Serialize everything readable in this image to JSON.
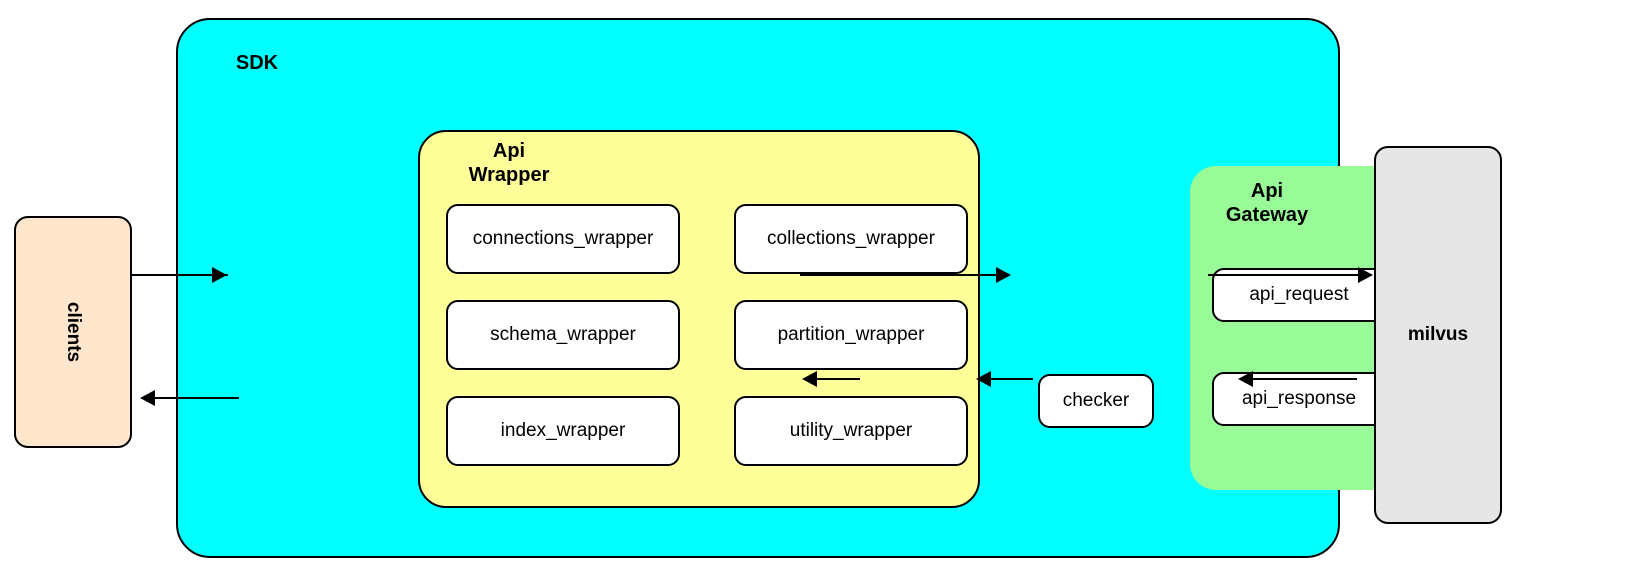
{
  "diagram": {
    "title": "SDK architecture diagram",
    "colors": {
      "sdk": "#00ffff",
      "api_wrapper": "#ffff99",
      "api_gateway": "#98fb98",
      "clients": "#ffe6cc",
      "milvus": "#e6e6e6",
      "item_fill": "#ffffff",
      "stroke": "#000000"
    }
  },
  "clients": {
    "label": "clients"
  },
  "sdk": {
    "label": "SDK"
  },
  "api_wrapper": {
    "label": "Api\nWrapper",
    "items": [
      {
        "label": "connections_wrapper"
      },
      {
        "label": "collections_wrapper"
      },
      {
        "label": "schema_wrapper"
      },
      {
        "label": "partition_wrapper"
      },
      {
        "label": "index_wrapper"
      },
      {
        "label": "utility_wrapper"
      }
    ]
  },
  "checker": {
    "label": "checker"
  },
  "api_gateway": {
    "label": "Api\nGateway",
    "items": [
      {
        "label": "api_request"
      },
      {
        "label": "api_response"
      }
    ]
  },
  "milvus": {
    "label": "milvus"
  },
  "connections": [
    {
      "name": "clients-to-api-wrapper",
      "direction": "right"
    },
    {
      "name": "api-wrapper-to-clients",
      "direction": "left"
    },
    {
      "name": "api-wrapper-to-api-gateway",
      "direction": "right"
    },
    {
      "name": "api-request-to-milvus",
      "direction": "right"
    },
    {
      "name": "milvus-to-api-response",
      "direction": "left"
    },
    {
      "name": "api-response-to-checker",
      "direction": "left"
    },
    {
      "name": "checker-to-api-wrapper",
      "direction": "left"
    }
  ]
}
